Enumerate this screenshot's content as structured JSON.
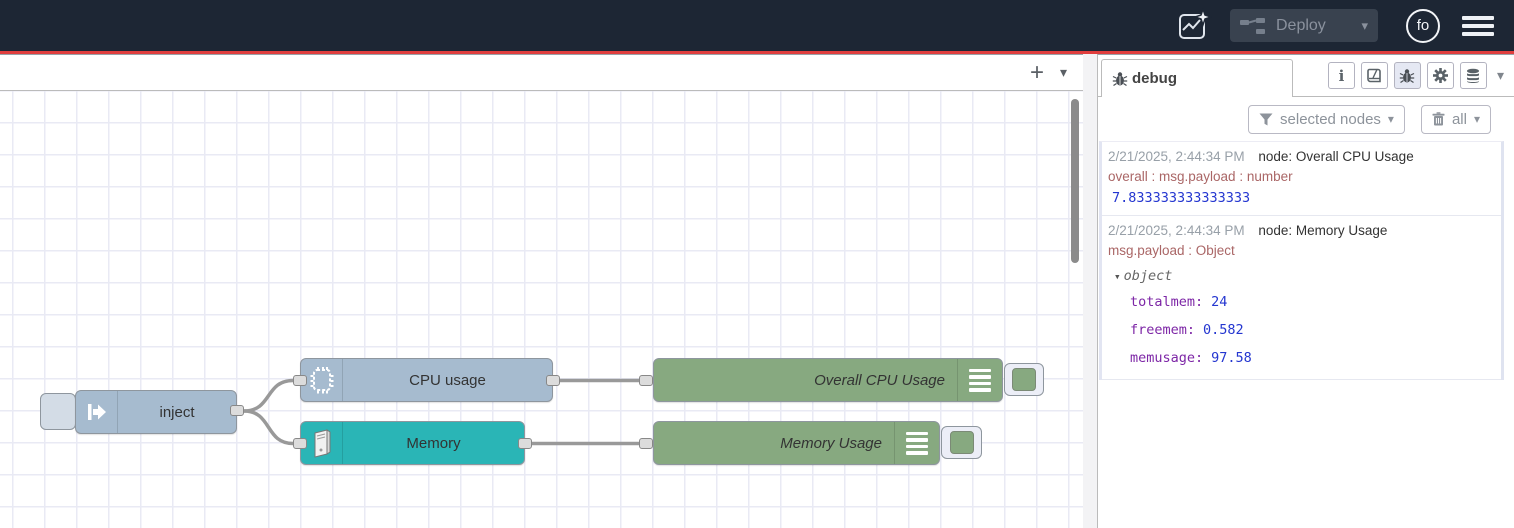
{
  "header": {
    "deploy": {
      "label": "Deploy"
    },
    "avatar_label": "fo"
  },
  "canvas": {
    "add_button_label": "+",
    "nodes": [
      {
        "id": "inject",
        "label": "inject",
        "type": "inject",
        "color": "#a6bbcf",
        "icon": "inject-arrow-icon"
      },
      {
        "id": "cpu",
        "label": "CPU usage",
        "type": "cpu",
        "color": "#a6bbcf",
        "icon": "cpu-chip-icon"
      },
      {
        "id": "memory",
        "label": "Memory",
        "type": "memory",
        "color": "#2ab5b6",
        "icon": "server-tower-icon"
      },
      {
        "id": "overall",
        "label": "Overall CPU Usage",
        "type": "debug",
        "color": "#87a980",
        "icon": "message-lines-icon"
      },
      {
        "id": "memuse",
        "label": "Memory Usage",
        "type": "debug",
        "color": "#87a980",
        "icon": "message-lines-icon"
      }
    ],
    "wire_color": "#999999"
  },
  "sidebar": {
    "tab_label": "debug",
    "filter_button_label": "selected nodes",
    "clear_button_label": "all",
    "messages": [
      {
        "timestamp": "2/21/2025, 2:44:34 PM",
        "source": "node: Overall CPU Usage",
        "property": "overall : msg.payload : number",
        "value": "7.833333333333333"
      },
      {
        "timestamp": "2/21/2025, 2:44:34 PM",
        "source": "node: Memory Usage",
        "property": "msg.payload : Object",
        "object_label": "object",
        "entries": [
          {
            "key": "totalmem:",
            "value": "24"
          },
          {
            "key": "freemem:",
            "value": "0.582"
          },
          {
            "key": "memusage:",
            "value": "97.58"
          }
        ]
      }
    ]
  },
  "colors": {
    "header_bg": "#1d2634",
    "accent_red": "#e03e3e",
    "debug_key": "#7d26a6",
    "debug_value": "#2436d0",
    "debug_property": "#aa6666"
  }
}
